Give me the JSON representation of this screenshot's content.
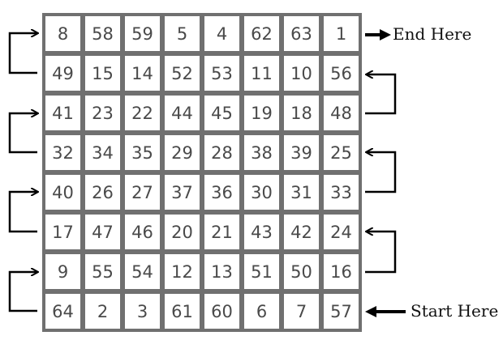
{
  "grid": {
    "rows": [
      [
        "8",
        "58",
        "59",
        "5",
        "4",
        "62",
        "63",
        "1"
      ],
      [
        "49",
        "15",
        "14",
        "52",
        "53",
        "11",
        "10",
        "56"
      ],
      [
        "41",
        "23",
        "22",
        "44",
        "45",
        "19",
        "18",
        "48"
      ],
      [
        "32",
        "34",
        "35",
        "29",
        "28",
        "38",
        "39",
        "25"
      ],
      [
        "40",
        "26",
        "27",
        "37",
        "36",
        "30",
        "31",
        "33"
      ],
      [
        "17",
        "47",
        "46",
        "20",
        "21",
        "43",
        "42",
        "24"
      ],
      [
        "9",
        "55",
        "54",
        "12",
        "13",
        "51",
        "50",
        "16"
      ],
      [
        "64",
        "2",
        "3",
        "61",
        "60",
        "6",
        "7",
        "57"
      ]
    ]
  },
  "labels": {
    "end": "End Here",
    "start": "Start Here"
  },
  "colors": {
    "grid_line": "#707070",
    "number_text": "#4a4a4a",
    "arrow": "#000000"
  }
}
